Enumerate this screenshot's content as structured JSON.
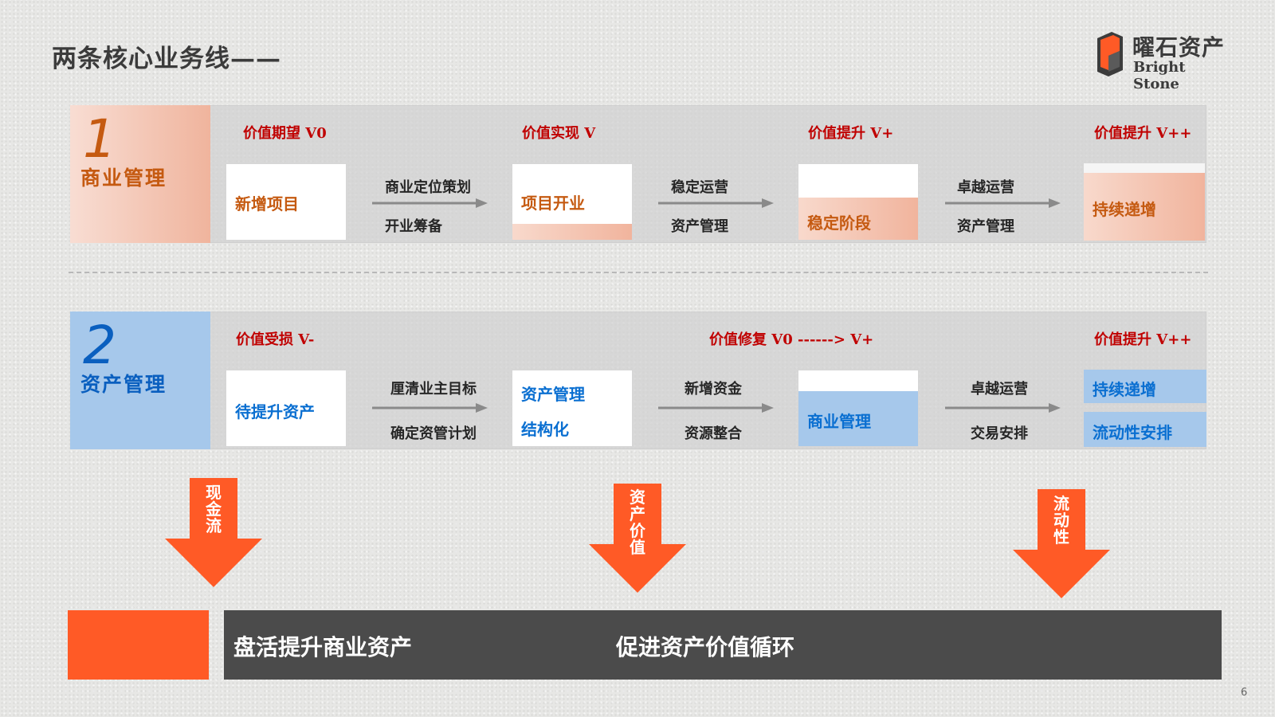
{
  "title": "两条核心业务线——",
  "logo": {
    "cn": "曜石资产",
    "en": "Bright Stone"
  },
  "line1": {
    "number": "1",
    "label": "商业管理",
    "stages": [
      "价值期望 V0",
      "价值实现 V",
      "价值提升  V+",
      "价值提升  V++"
    ],
    "boxes": [
      "新增项目",
      "项目开业",
      "稳定阶段",
      "持续递增"
    ],
    "arrows": [
      {
        "top": "商业定位策划",
        "bottom": "开业筹备"
      },
      {
        "top": "稳定运营",
        "bottom": "资产管理"
      },
      {
        "top": "卓越运营",
        "bottom": "资产管理"
      }
    ]
  },
  "line2": {
    "number": "2",
    "label": "资产管理",
    "stages": [
      "价值受损 V-",
      "价值修复 V0 ------> V+",
      "价值提升  V++"
    ],
    "boxes": [
      "待提升资产",
      "资产管理",
      "结构化",
      "商业管理",
      "持续递增",
      "流动性安排"
    ],
    "arrows": [
      {
        "top": "厘清业主目标",
        "bottom": "确定资管计划"
      },
      {
        "top": "新增资金",
        "bottom": "资源整合"
      },
      {
        "top": "卓越运营",
        "bottom": "交易安排"
      }
    ]
  },
  "down_arrows": [
    "现金流",
    "资产价值",
    "流动性"
  ],
  "bottom": {
    "left_text": "盘活提升商业资产",
    "right_text": "促进资产价值循环"
  },
  "page_number": "6",
  "colors": {
    "accent_orange": "#ff5a26",
    "dark_red": "#c00000",
    "brand_orange": "#c55a11",
    "brand_blue": "#0a6fd1",
    "bar_gray": "#4b4b4b"
  }
}
